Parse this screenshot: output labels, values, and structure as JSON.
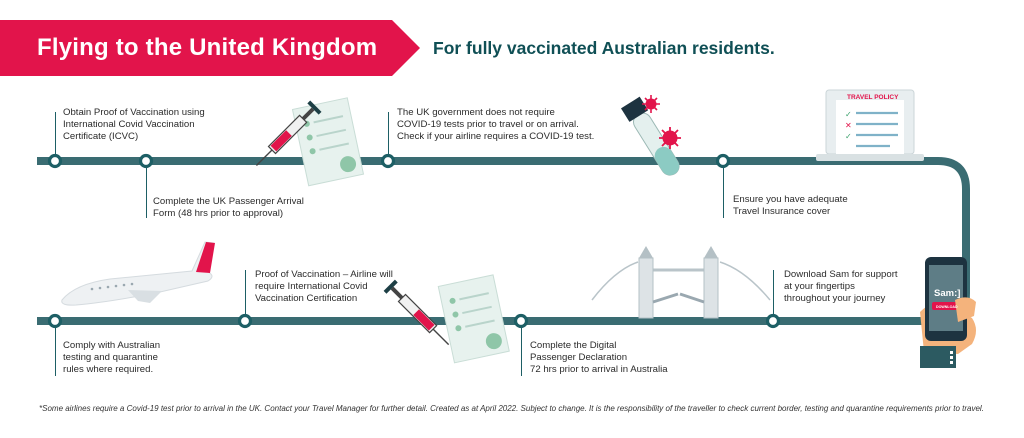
{
  "header": {
    "title": "Flying to the United Kingdom",
    "subtitle": "For fully vaccinated Australian residents."
  },
  "steps": [
    {
      "text": "Obtain Proof of Vaccination using\nInternational Covid Vaccination\nCertificate (ICVC)"
    },
    {
      "text": "Complete the UK Passenger Arrival\nForm (48 hrs prior to approval)"
    },
    {
      "text": "The UK government does not require\nCOVID-19 tests prior to travel or on arrival.\nCheck if your airline requires a COVID-19 test."
    },
    {
      "text": "Ensure you have adequate\nTravel Insurance cover"
    },
    {
      "text": "Download Sam for support\nat your fingertips\nthroughout your journey"
    },
    {
      "text": "Complete the Digital\nPassenger Declaration\n72 hrs prior to arrival in Australia"
    },
    {
      "text": "Proof of Vaccination – Airline will\nrequire International Covid\nVaccination Certification"
    },
    {
      "text": "Comply with Australian\ntesting and quarantine\nrules where required."
    }
  ],
  "illustrations": {
    "travel_policy_title": "TRAVEL POLICY",
    "phone_app_name": "Sam:]",
    "phone_button": "DOWNLOAD",
    "icons": [
      "syringe-icon",
      "checklist-icon",
      "test-tube-icon",
      "virus-icon",
      "laptop-icon",
      "airplane-icon",
      "tower-bridge-icon",
      "phone-icon"
    ]
  },
  "colors": {
    "banner": "#e2144b",
    "route": "#3a6c72",
    "heading": "#0f4f55",
    "accent": "#e2144b"
  },
  "footnote": "*Some airlines require a Covid-19 test prior to arrival in the UK. Contact your Travel Manager for further detail. Created as at April 2022. Subject to change. It is the responsibility of the traveller to check current border, testing and quarantine requirements prior to travel."
}
